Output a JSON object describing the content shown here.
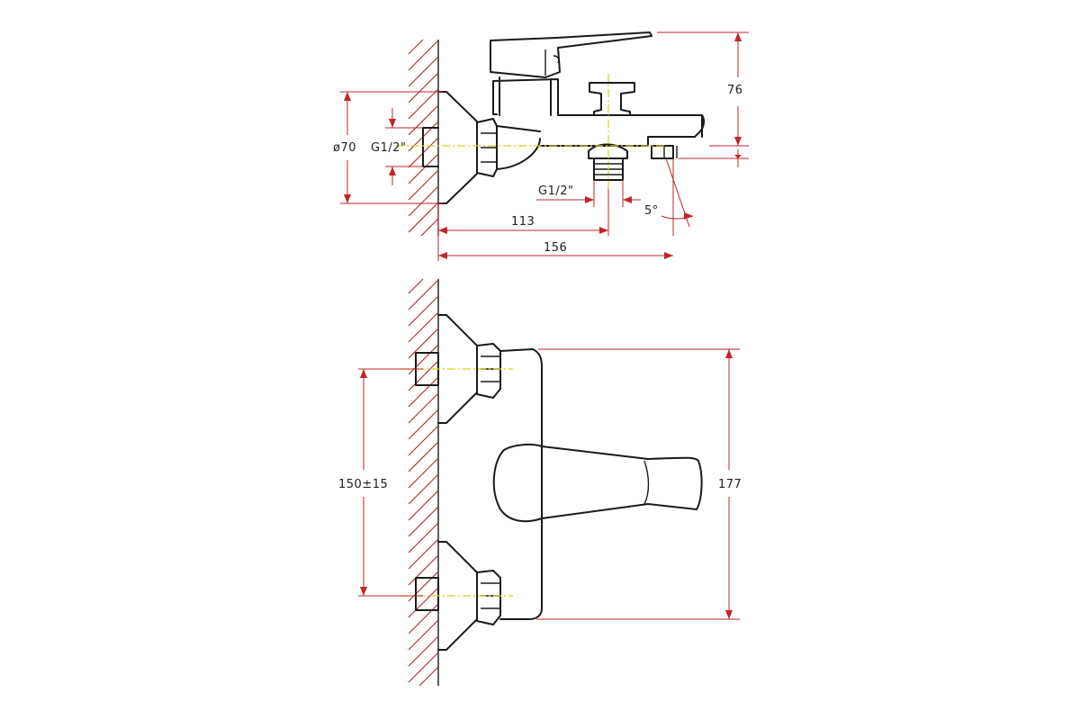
{
  "colors": {
    "outline": "#1a1a1a",
    "dimension": "#c0252b",
    "hatch": "#b0222a",
    "centerline": "#d9d21e",
    "text": "#222222",
    "background": "#ffffff"
  },
  "dimensions": {
    "top_view": {
      "height_76": "76",
      "diameter_70": "ø70",
      "thread_inlet": "G1/2\"",
      "thread_outlet": "G1/2\"",
      "length_113": "113",
      "length_156": "156",
      "angle_5": "5°"
    },
    "front_view": {
      "spacing": "150±15",
      "height_177": "177"
    }
  }
}
